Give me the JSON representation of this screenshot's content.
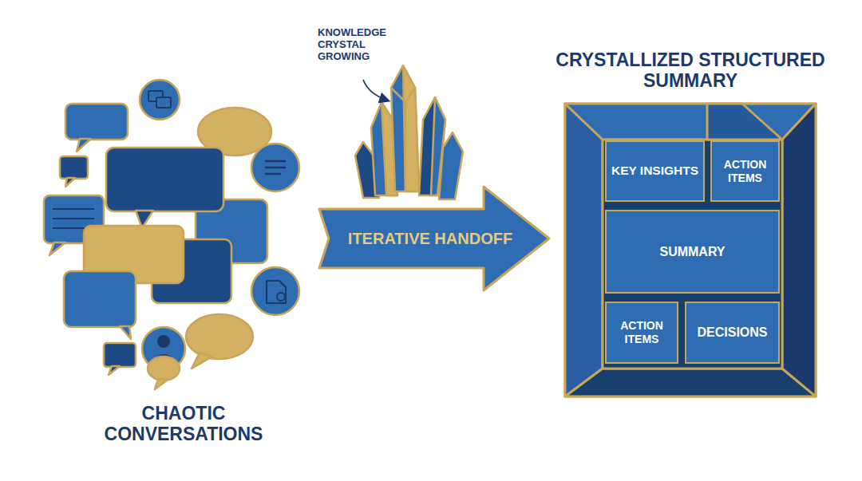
{
  "diagram": {
    "nodes": [
      {
        "text": [
          "ITERATIVE HANDOFF"
        ]
      },
      {
        "text": [
          "CRYSTALLIZED STRUCTURED SUMMARY"
        ]
      },
      {
        "text": [
          "KEY INSIGHTS"
        ],
        "in": 1
      },
      {
        "text": [
          "ACTION ITEMS"
        ],
        "in": 1
      },
      {
        "text": [
          "SUMMARY"
        ],
        "in": 1
      },
      {
        "text": [
          "ACTION ITEMS"
        ],
        "in": 1
      },
      {
        "text": [
          "DECISIONS"
        ],
        "in": 1
      }
    ],
    "labels": [
      "KNOWLEDGE CRYSTAL GROWING",
      "CHAOTIC CONVERSATIONS"
    ]
  }
}
